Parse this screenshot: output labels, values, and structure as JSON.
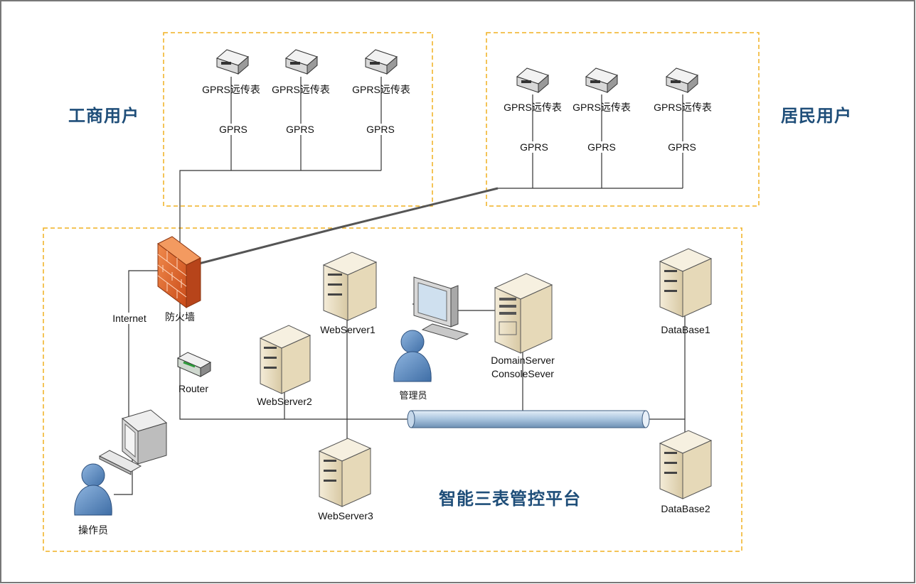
{
  "groups": {
    "commercial_title": "工商用户",
    "residential_title": "居民用户",
    "platform_title": "智能三表管控平台"
  },
  "commercial": {
    "meters": [
      "GPRS远传表",
      "GPRS远传表",
      "GPRS远传表"
    ],
    "links": [
      "GPRS",
      "GPRS",
      "GPRS"
    ]
  },
  "residential": {
    "meters": [
      "GPRS远传表",
      "GPRS远传表",
      "GPRS远传表"
    ],
    "links": [
      "GPRS",
      "GPRS",
      "GPRS"
    ]
  },
  "platform": {
    "firewall": "防火墙",
    "internet": "Internet",
    "router": "Router",
    "operator": "操作员",
    "admin": "管理员",
    "webserver1": "WebServer1",
    "webserver2": "WebServer2",
    "webserver3": "WebServer3",
    "domain_server": "DomainServer",
    "console_server": "ConsoleSever",
    "database1": "DataBase1",
    "database2": "DataBase2"
  },
  "colors": {
    "group_border": "#f0b020",
    "title": "#1f4e79",
    "firewall": "#e8662c",
    "server": "#e8dcc0",
    "person": "#5b8cc4",
    "bus": "#a9c4de"
  }
}
